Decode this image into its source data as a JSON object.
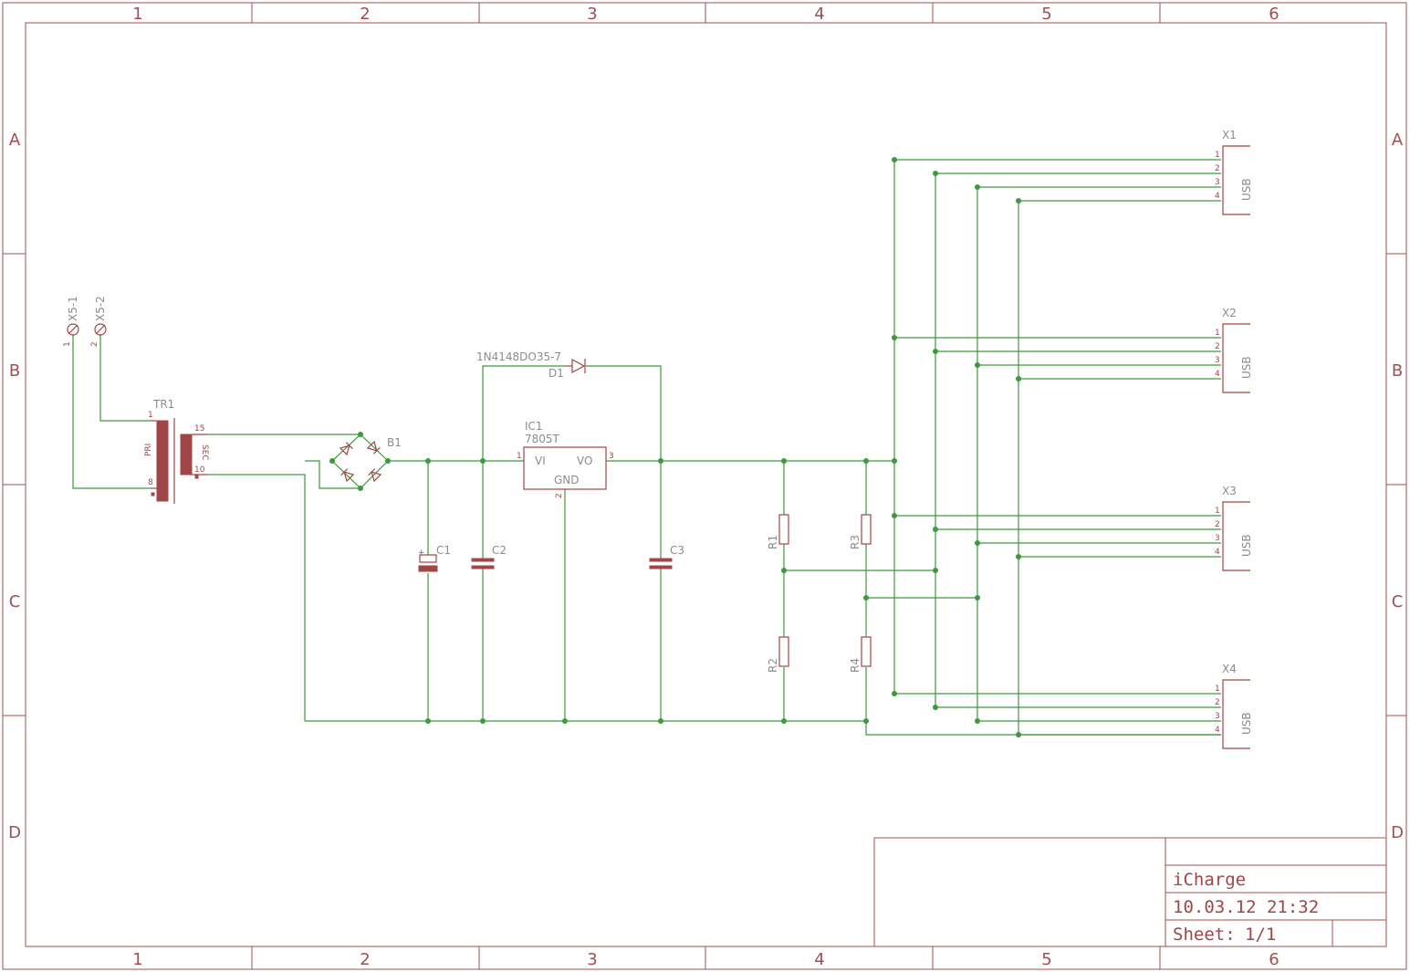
{
  "frame": {
    "columns": [
      "1",
      "2",
      "3",
      "4",
      "5",
      "6"
    ],
    "rows": [
      "A",
      "B",
      "C",
      "D"
    ]
  },
  "title_block": {
    "name": "iCharge",
    "date": "10.03.12 21:32",
    "sheet_label": "Sheet:",
    "sheet": "1/1"
  },
  "components": {
    "x5_1": {
      "name": "X5-1",
      "pin": "1"
    },
    "x5_2": {
      "name": "X5-2",
      "pin": "2"
    },
    "transformer": {
      "name": "TR1",
      "pri": "PRI",
      "sec": "SEC",
      "pins": [
        "1",
        "8",
        "15",
        "10"
      ]
    },
    "bridge": {
      "name": "B1"
    },
    "diode": {
      "name": "D1",
      "value": "1N4148DO35-7"
    },
    "regulator": {
      "name": "IC1",
      "value": "7805T",
      "vi": "VI",
      "vo": "VO",
      "gnd": "GND",
      "pins": [
        "1",
        "3",
        "2"
      ]
    },
    "c1": {
      "name": "C1"
    },
    "c2": {
      "name": "C2"
    },
    "c3": {
      "name": "C3"
    },
    "r1": {
      "name": "R1"
    },
    "r2": {
      "name": "R2"
    },
    "r3": {
      "name": "R3"
    },
    "r4": {
      "name": "R4"
    },
    "usb_label": "USB",
    "usb_pins": [
      "1",
      "2",
      "3",
      "4"
    ],
    "usb_connectors": [
      "X1",
      "X2",
      "X3",
      "X4"
    ]
  },
  "colors": {
    "frame": "#a05050",
    "wire": "#3c9a3c",
    "part": "#a04646",
    "label": "#8c8c8c"
  }
}
